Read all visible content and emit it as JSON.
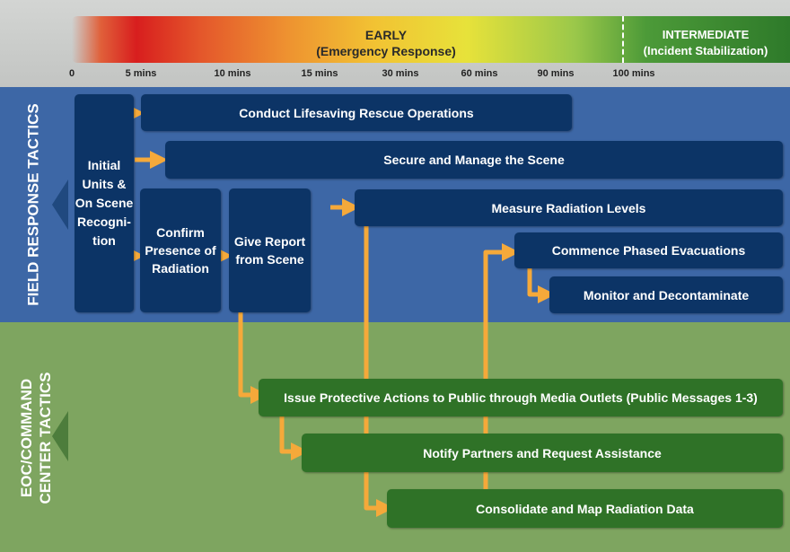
{
  "timeline": {
    "early": {
      "line1": "EARLY",
      "line2": "(Emergency Response)"
    },
    "intermediate": {
      "line1": "INTERMEDIATE",
      "line2": "(Incident Stabilization)"
    },
    "ticks": [
      "0",
      "5 mins",
      "10 mins",
      "15 mins",
      "30 mins",
      "60 mins",
      "90 mins",
      "100 mins"
    ]
  },
  "zones": {
    "field": "FIELD RESPONSE TACTICS",
    "eoc_line1": "EOC/COMMAND",
    "eoc_line2": "CENTER TACTICS"
  },
  "field_tactics": {
    "initial_units": [
      "Initial",
      "Units &",
      "On Scene",
      "Recogni-",
      "tion"
    ],
    "confirm": [
      "Confirm",
      "Presence of",
      "Radiation"
    ],
    "give_report": [
      "Give Report",
      "from Scene"
    ],
    "lifesaving": "Conduct Lifesaving Rescue Operations",
    "secure": "Secure and Manage the Scene",
    "measure": "Measure Radiation Levels",
    "evacuations": "Commence Phased Evacuations",
    "monitor": "Monitor and Decontaminate"
  },
  "eoc_tactics": {
    "protective": "Issue Protective Actions to Public through Media Outlets (Public Messages 1-3)",
    "notify": "Notify Partners and Request Assistance",
    "consolidate": "Consolidate and Map Radiation Data"
  },
  "colors": {
    "field_zone": "#3d67a6",
    "eoc_zone": "#7ea560",
    "field_box": "#0c3466",
    "eoc_box": "#2f7227",
    "arrow": "#f5a93a"
  }
}
